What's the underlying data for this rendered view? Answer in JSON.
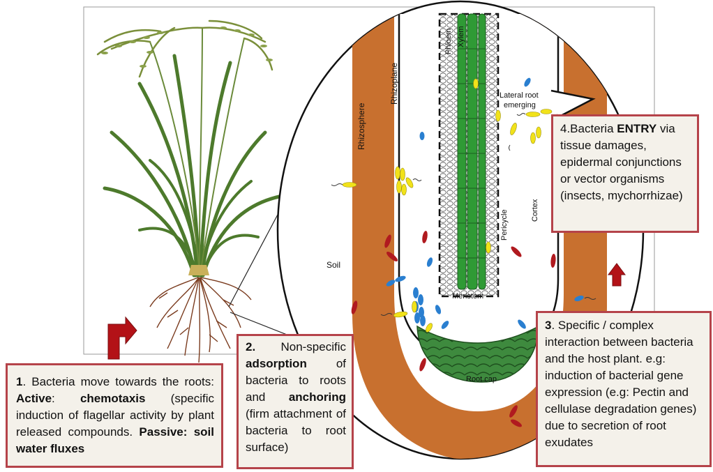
{
  "labels": {
    "rhizosphere": "Rhizosphere",
    "rhizoplane": "Rhizoplane",
    "soil": "Soil",
    "phloem": "Phloem",
    "xylem": "Xylem",
    "pericycle": "Pericycle",
    "cortex": "Cortex",
    "lateral_root_line1": "Lateral root",
    "lateral_root_line2": "emerging",
    "meristem": "Meristem",
    "root_cap": "Root cap"
  },
  "box1": {
    "num": "1",
    "t1": ". Bacteria move towards the roots: ",
    "active": "Active",
    "colon": ": ",
    "chemotaxis": "chemotaxis",
    "t2": " (specific induction of flagellar activity by plant released compounds. ",
    "passive": "Passive",
    "t3": ": soil water fluxes"
  },
  "box2": {
    "num": "2.",
    "t1": " Non-specific ",
    "adsorption": "adsorption",
    "t2": " of bacteria to roots and ",
    "anchoring": "anchoring",
    "t3": " (firm attachment of bacteria to root surface)"
  },
  "box3": {
    "num": "3",
    "t1": ". Specific / complex interaction between bacteria and the host plant. e.g: induction of bacterial gene expression (e.g: Pectin and cellulase degradation genes) due to secretion of root exudates"
  },
  "box4": {
    "t1": "4.Bacteria ",
    "entry": "ENTRY",
    "t2": " via tissue damages, epidermal conjunctions or vector organisms (insects, mychorrhizae)"
  },
  "colors": {
    "rhizosphere": "#c8702f",
    "root_cap": "#3e8a3e",
    "xylem": "#2f9a35",
    "box_border": "#b5434a",
    "box_fill": "#f4f1ea",
    "arrow": "#b31217",
    "bacteria_red": "#b01a1f",
    "bacteria_blue": "#2a7fd0",
    "bacteria_yellow": "#f1e21a"
  }
}
